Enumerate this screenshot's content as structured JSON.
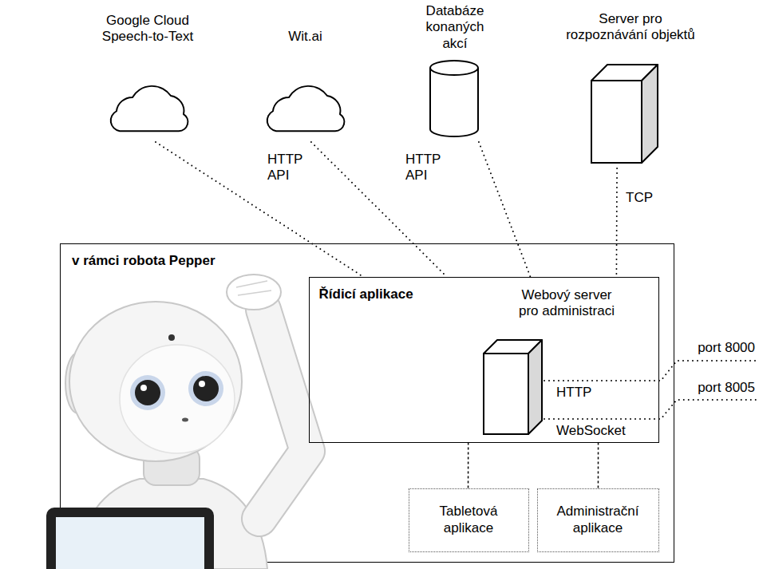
{
  "diagram": {
    "nodes": [
      {
        "text": [
          "Google Cloud Speech-to-Text"
        ]
      },
      {
        "text": [
          "Wit.ai"
        ]
      },
      {
        "text": [
          "Databáze konaných akcí"
        ]
      },
      {
        "text": [
          "Server pro rozpoznávání objektů"
        ]
      },
      {
        "text": [
          "v rámci robota Pepper"
        ]
      },
      {
        "text": [
          "Řídicí aplikace"
        ],
        "in": 4
      },
      {
        "text": [
          "Webový server pro administraci"
        ],
        "in": 5
      },
      {
        "text": [
          "Tabletová aplikace"
        ],
        "in": 4
      },
      {
        "text": [
          "Administrační aplikace"
        ],
        "in": 4
      }
    ],
    "edges": [
      {
        "from": 0,
        "to": 5,
        "arrow": "none"
      },
      {
        "from": 1,
        "to": 5,
        "label": "HTTP API",
        "arrow": "none"
      },
      {
        "from": 2,
        "to": 5,
        "label": "HTTP API",
        "arrow": "none"
      },
      {
        "from": 3,
        "to": 5,
        "label": "TCP",
        "arrow": "none"
      },
      {
        "from": 5,
        "to": 7,
        "arrow": "none"
      },
      {
        "from": 5,
        "to": 8,
        "arrow": "none"
      }
    ],
    "labels": [
      "HTTP",
      "WebSocket",
      "port 8000",
      "port 8005"
    ]
  }
}
